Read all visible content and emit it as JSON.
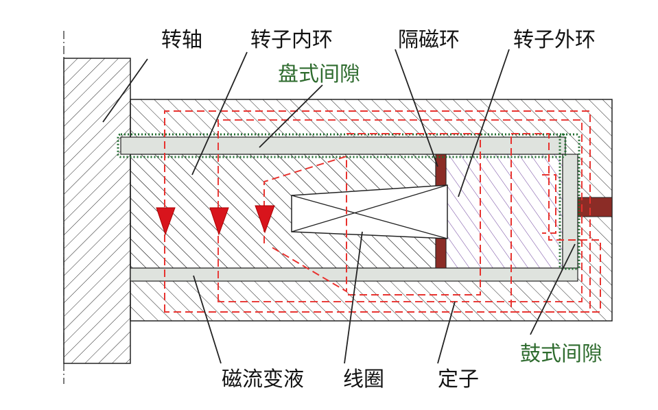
{
  "labels": {
    "shaft": "转轴",
    "rotor_inner_ring": "转子内环",
    "isolation_ring": "隔磁环",
    "rotor_outer_ring": "转子外环",
    "disc_gap": "盘式间隙",
    "drum_gap": "鼓式间隙",
    "mr_fluid": "磁流变液",
    "coil": "线圈",
    "stator": "定子"
  },
  "colors": {
    "hatch": "#222222",
    "outer_ring_hatch": "#6a3d9a",
    "flux_path": "#e8322e",
    "gap_outline": "#1f6b2e",
    "gap_fill": "#dfe3de",
    "isolation": "#8b2c26",
    "green_label": "#2e6b2e"
  }
}
